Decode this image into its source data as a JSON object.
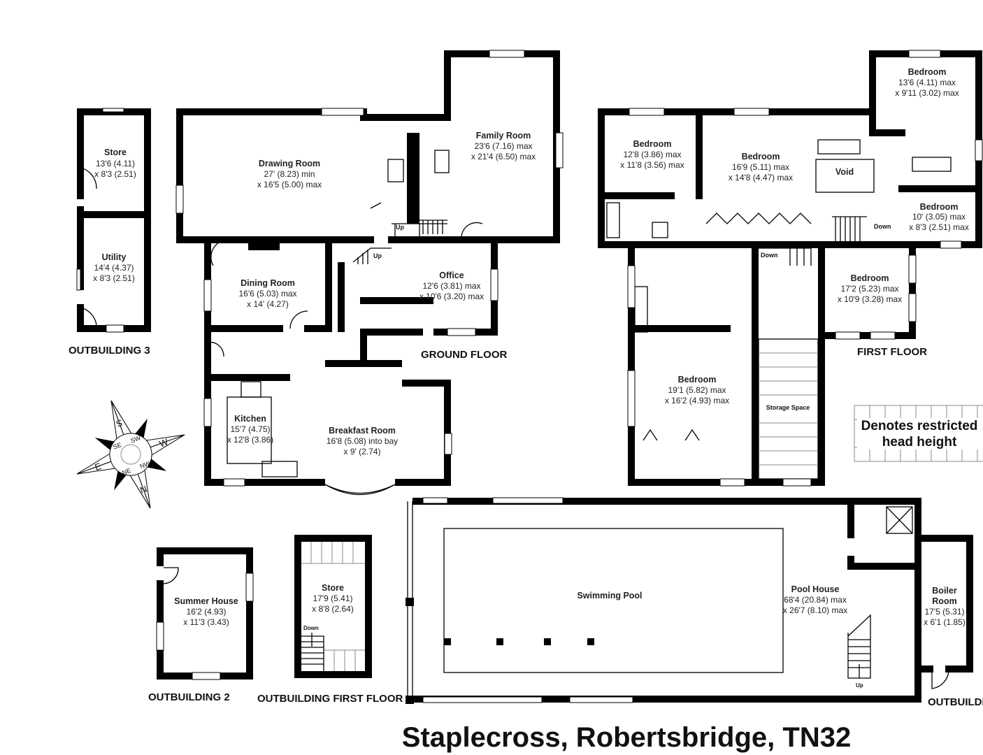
{
  "title": "Staplecross, Robertsbridge, TN32",
  "floors": {
    "ground": "GROUND FLOOR",
    "first": "FIRST FLOOR",
    "outbuilding3": "OUTBUILDING 3",
    "outbuilding2": "OUTBUILDING 2",
    "outbuilding_first": "OUTBUILDING FIRST FLOOR",
    "outbuilding_pool": "OUTBUILDI"
  },
  "rooms": {
    "store3": {
      "name": "Store",
      "d1": "13'6 (4.11)",
      "d2": "x 8'3 (2.51)"
    },
    "utility": {
      "name": "Utility",
      "d1": "14'4 (4.37)",
      "d2": "x 8'3 (2.51)"
    },
    "drawing": {
      "name": "Drawing Room",
      "d1": "27' (8.23) min",
      "d2": "x 16'5 (5.00) max"
    },
    "family": {
      "name": "Family Room",
      "d1": "23'6 (7.16) max",
      "d2": "x 21'4 (6.50) max"
    },
    "dining": {
      "name": "Dining Room",
      "d1": "16'6 (5.03) max",
      "d2": "x 14' (4.27)"
    },
    "office": {
      "name": "Office",
      "d1": "12'6 (3.81) max",
      "d2": "x 10'6 (3.20) max"
    },
    "kitchen": {
      "name": "Kitchen",
      "d1": "15'7 (4.75)",
      "d2": "x 12'8 (3.86)"
    },
    "breakfast": {
      "name": "Breakfast Room",
      "d1": "16'8 (5.08) into bay",
      "d2": "x 9' (2.74)"
    },
    "bed1": {
      "name": "Bedroom",
      "d1": "12'8 (3.86) max",
      "d2": "x 11'8 (3.56) max"
    },
    "bed2": {
      "name": "Bedroom",
      "d1": "16'9 (5.11) max",
      "d2": "x 14'8 (4.47) max"
    },
    "bed3": {
      "name": "Bedroom",
      "d1": "13'6 (4.11) max",
      "d2": "x 9'11 (3.02) max"
    },
    "bed4": {
      "name": "Bedroom",
      "d1": "10' (3.05) max",
      "d2": "x 8'3 (2.51) max"
    },
    "bed5": {
      "name": "Bedroom",
      "d1": "17'2 (5.23) max",
      "d2": "x 10'9 (3.28) max"
    },
    "bed6": {
      "name": "Bedroom",
      "d1": "19'1 (5.82) max",
      "d2": "x 16'2 (4.93) max"
    },
    "void": {
      "name": "Void"
    },
    "storage": {
      "name": "Storage Space"
    },
    "summer": {
      "name": "Summer House",
      "d1": "16'2 (4.93)",
      "d2": "x 11'3 (3.43)"
    },
    "store_of": {
      "name": "Store",
      "d1": "17'9 (5.41)",
      "d2": "x 8'8 (2.64)"
    },
    "pool": {
      "name": "Swimming Pool"
    },
    "poolhouse": {
      "name": "Pool House",
      "d1": "68'4 (20.84) max",
      "d2": "x 26'7 (8.10) max"
    },
    "boiler": {
      "name": "Boiler",
      "name2": "Room",
      "d1": "17'5 (5.31)",
      "d2": "x 6'1 (1.85)"
    }
  },
  "stairs": {
    "up": "Up",
    "down": "Down"
  },
  "legend": {
    "line1": "Denotes restricted",
    "line2": "head height"
  },
  "compass": {
    "n": "N",
    "s": "S",
    "e": "E",
    "w": "W",
    "ne": "NE",
    "nw": "NW",
    "se": "SE",
    "sw": "SW"
  }
}
